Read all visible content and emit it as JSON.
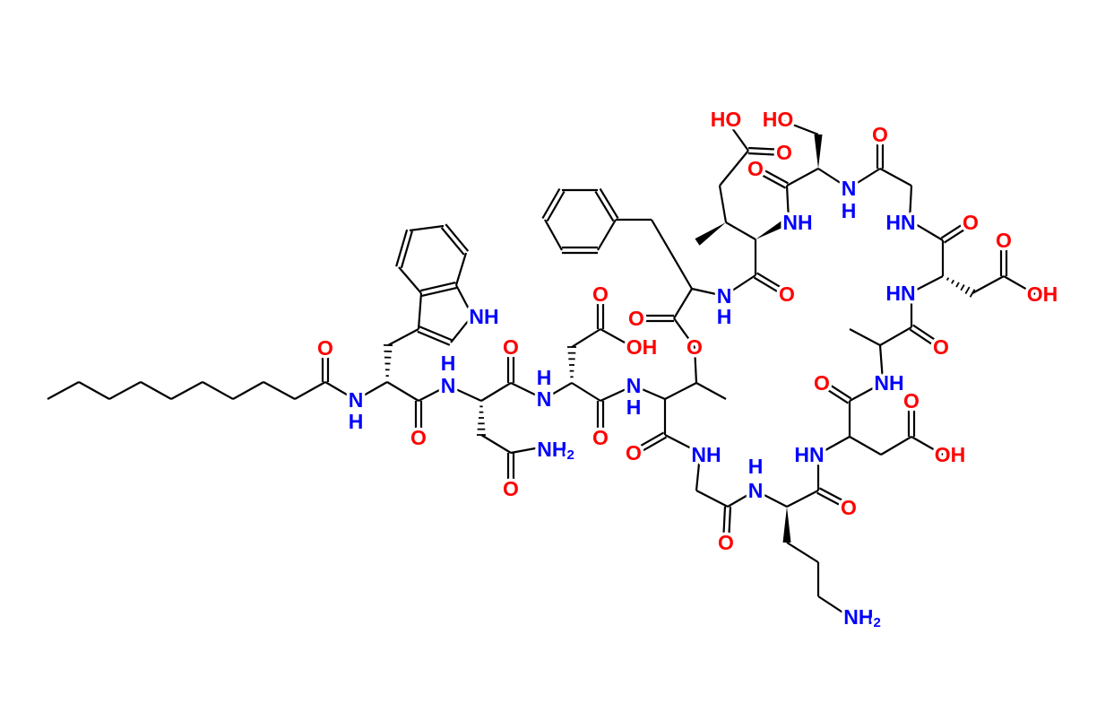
{
  "colors": {
    "oxygen": "#ff0000",
    "nitrogen": "#0000ff",
    "bond": "#000000"
  },
  "atoms": [
    {
      "t": "O",
      "e": "oxygen"
    },
    {
      "t": "N",
      "e": "nitrogen"
    },
    {
      "t": "H",
      "e": "nitrogen"
    },
    {
      "t": "NH",
      "e": "nitrogen"
    },
    {
      "t": "O",
      "e": "oxygen"
    },
    {
      "t": "N",
      "e": "nitrogen"
    },
    {
      "t": "H",
      "e": "nitrogen"
    },
    {
      "t": "O",
      "e": "oxygen"
    },
    {
      "t": "NH",
      "s": "2",
      "e": "nitrogen"
    },
    {
      "t": "O",
      "e": "oxygen"
    },
    {
      "t": "N",
      "e": "nitrogen"
    },
    {
      "t": "H",
      "e": "nitrogen"
    },
    {
      "t": "O",
      "e": "oxygen"
    },
    {
      "t": "OH",
      "e": "oxygen"
    },
    {
      "t": "O",
      "e": "oxygen"
    },
    {
      "t": "N",
      "e": "nitrogen"
    },
    {
      "t": "H",
      "e": "nitrogen"
    },
    {
      "t": "O",
      "e": "oxygen"
    },
    {
      "t": "O",
      "e": "oxygen"
    },
    {
      "t": "N",
      "e": "nitrogen"
    },
    {
      "t": "H",
      "e": "nitrogen"
    },
    {
      "t": "O",
      "e": "oxygen"
    },
    {
      "t": "NH",
      "e": "nitrogen"
    },
    {
      "t": "O",
      "e": "oxygen"
    },
    {
      "t": "N",
      "e": "nitrogen"
    },
    {
      "t": "H",
      "e": "nitrogen"
    },
    {
      "t": "NH",
      "s": "2",
      "e": "nitrogen"
    },
    {
      "t": "O",
      "e": "oxygen"
    },
    {
      "t": "HN",
      "e": "nitrogen"
    },
    {
      "t": "OH",
      "e": "oxygen"
    },
    {
      "t": "O",
      "e": "oxygen"
    },
    {
      "t": "O",
      "e": "oxygen"
    },
    {
      "t": "NH",
      "e": "nitrogen"
    },
    {
      "t": "O",
      "e": "oxygen"
    },
    {
      "t": "HN",
      "e": "nitrogen"
    },
    {
      "t": "OH",
      "e": "oxygen"
    },
    {
      "t": "O",
      "e": "oxygen"
    },
    {
      "t": "O",
      "e": "oxygen"
    },
    {
      "t": "HN",
      "e": "nitrogen"
    },
    {
      "t": "O",
      "e": "oxygen"
    },
    {
      "t": "N",
      "e": "nitrogen"
    },
    {
      "t": "H",
      "e": "nitrogen"
    },
    {
      "t": "HO",
      "e": "oxygen"
    },
    {
      "t": "O",
      "e": "oxygen"
    },
    {
      "t": "NH",
      "e": "nitrogen"
    },
    {
      "t": "O",
      "e": "oxygen"
    },
    {
      "t": "HO",
      "e": "oxygen"
    },
    {
      "t": "O",
      "e": "oxygen"
    }
  ]
}
